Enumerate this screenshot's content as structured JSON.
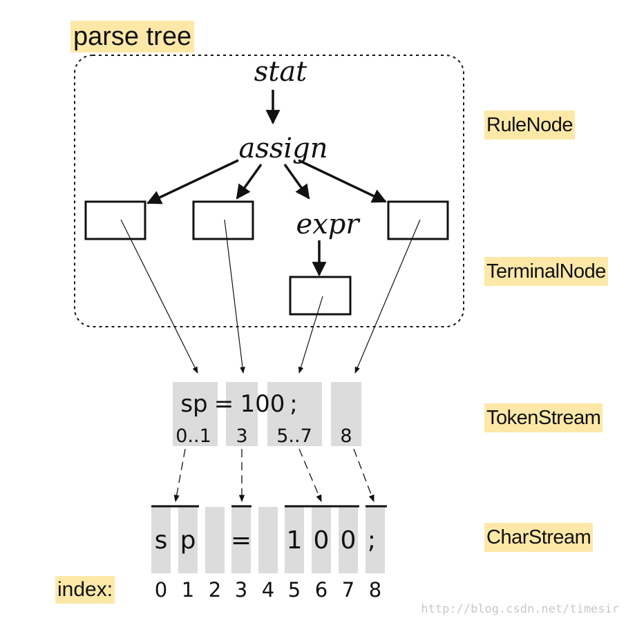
{
  "title": "parse tree",
  "rule_nodes": {
    "stat": "stat",
    "assign": "assign",
    "expr": "expr"
  },
  "layer_labels": {
    "rule_node": "RuleNode",
    "terminal_node": "TerminalNode",
    "token_stream": "TokenStream",
    "char_stream": "CharStream"
  },
  "token_stream": {
    "text": [
      "sp",
      "=",
      "100",
      ";"
    ],
    "token_indexes": [
      "0..1",
      "3",
      "5..7",
      "8"
    ]
  },
  "char_stream": {
    "chars": [
      "s",
      "p",
      "",
      "=",
      "",
      "1",
      "0",
      "0",
      ";"
    ],
    "index_label": "index:",
    "indexes": [
      "0",
      "1",
      "2",
      "3",
      "4",
      "5",
      "6",
      "7",
      "8"
    ]
  },
  "watermark": "http://blog.csdn.net/timesir",
  "colors": {
    "highlight": "#fde8a8",
    "cell_fill": "#dcdcdc",
    "stroke": "#111111"
  }
}
